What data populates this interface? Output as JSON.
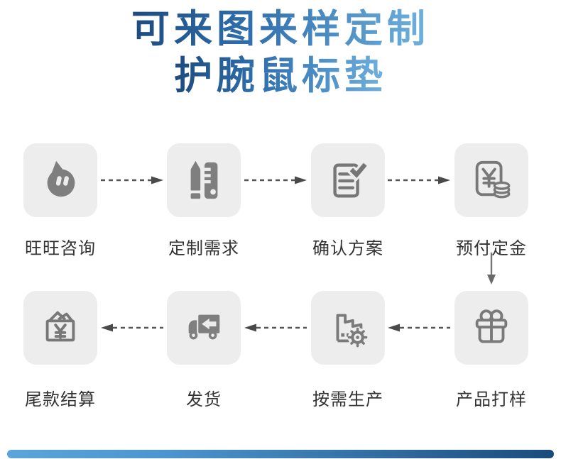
{
  "title": {
    "line1": "可来图来样定制",
    "line2": "护腕鼠标垫",
    "gradient_start": "#1d4b7e",
    "gradient_end": "#6fb2de"
  },
  "flow": {
    "row1_direction": "right",
    "row2_direction": "left",
    "row1": [
      {
        "label": "旺旺咨询",
        "icon": "wangwang-chat-icon"
      },
      {
        "label": "定制需求",
        "icon": "pencil-ruler-icon"
      },
      {
        "label": "确认方案",
        "icon": "document-check-icon"
      },
      {
        "label": "预付定金",
        "icon": "yuan-card-coins-icon"
      }
    ],
    "row2": [
      {
        "label": "尾款结算",
        "icon": "wallet-yuan-icon"
      },
      {
        "label": "发货",
        "icon": "delivery-truck-icon"
      },
      {
        "label": "按需生产",
        "icon": "factory-gear-icon"
      },
      {
        "label": "产品打样",
        "icon": "gift-box-icon"
      }
    ]
  },
  "colors": {
    "card_background": "#EDEDED",
    "icon_gray": "#7F7F7F",
    "label_text": "#333333",
    "arrow_gray": "#555555",
    "footer_gradient_start": "#5aa5da",
    "footer_gradient_end": "#1b4b7d"
  }
}
